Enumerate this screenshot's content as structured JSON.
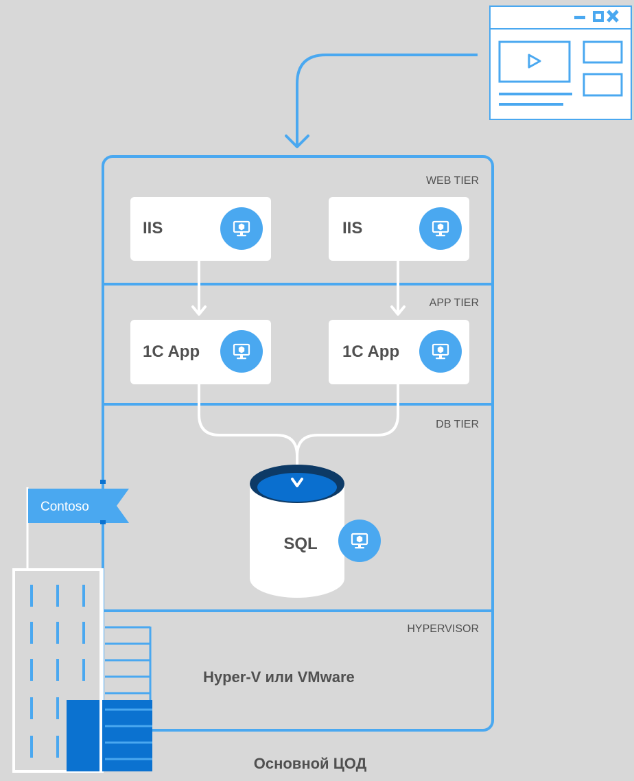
{
  "tiers": {
    "web": "WEB TIER",
    "app": "APP TIER",
    "db": "DB TIER",
    "hypervisor": "HYPERVISOR"
  },
  "web_tier": {
    "left_server": "IIS",
    "right_server": "IIS"
  },
  "app_tier": {
    "left_server": "1C App",
    "right_server": "1C App"
  },
  "db_tier": {
    "database": "SQL"
  },
  "hypervisor": {
    "label": "Hyper-V или VMware"
  },
  "flag": {
    "label": "Contoso"
  },
  "datacenter": {
    "caption": "Основной ЦОД"
  },
  "icons": {
    "vm": "virtual-machine-icon",
    "browser": "browser-window-icon",
    "building": "office-building-icon"
  },
  "colors": {
    "background": "#d8d8d8",
    "accent": "#4aa8f0",
    "icon_circle": "#4aa8f0",
    "db_top": "#0d3a66",
    "db_top_inner": "#0a6fcf",
    "building_block": "#0b72d0",
    "card": "#ffffff",
    "text": "#505050"
  }
}
